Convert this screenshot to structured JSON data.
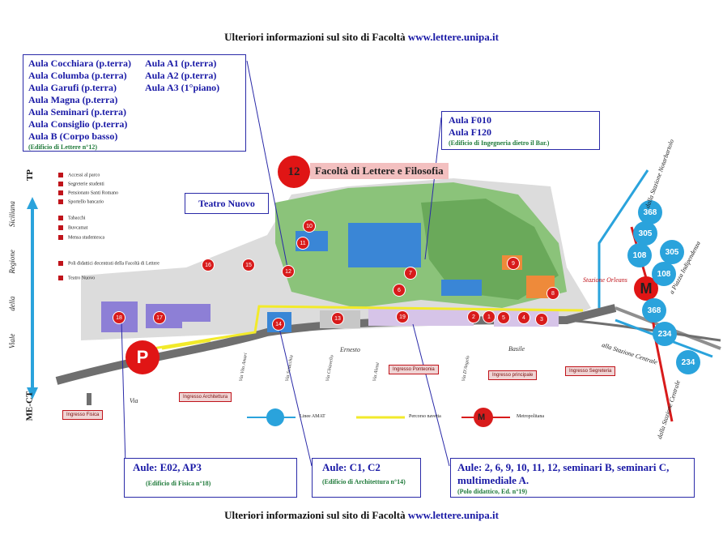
{
  "header": {
    "top_prefix": "Ulteriori informazioni sul sito di Facoltà",
    "top_url": "www.lettere.unipa.it",
    "bottom_prefix": "Ulteriori informazioni sul sito di Facoltà",
    "bottom_url": "www.lettere.unipa.it"
  },
  "box_lettere": {
    "col1": [
      "Aula Cocchiara (p.terra)",
      "Aula Columba (p.terra)",
      "Aula Garufi (p.terra)",
      "Aula Magna (p.terra)",
      "Aula Seminari (p.terra)",
      "Aula Consiglio (p.terra)",
      "Aula B (Corpo basso)"
    ],
    "col2": [
      "Aula A1 (p.terra)",
      "Aula A2 (p.terra)",
      "Aula A3 (1°piano)"
    ],
    "note": "(Edificio di Lettere n°12)"
  },
  "box_ingegneria": {
    "lines": [
      "Aula F010",
      "Aula F120"
    ],
    "note": "(Edificio di Ingegneria dietro il Bar.)"
  },
  "faculty": {
    "number": "12",
    "title": "Facoltà di Lettere e Filosofia"
  },
  "teatro": "Teatro Nuovo",
  "legend": [
    "Accessi al parco",
    "Segreterie studenti",
    "Pensionato Santi Romano",
    "Sportello bancario",
    "Tabacchi",
    "Buvcamat",
    "Mensa studentesca",
    "Poli didattici decentrati della Facoltà di Lettere",
    "Teatro Nuovo"
  ],
  "left_labels": {
    "tp": "TP",
    "mect": "ME-CT",
    "viale": [
      "Viale",
      "della",
      "Regione",
      "Siciliana"
    ]
  },
  "parking": "P",
  "metro": "M",
  "stazione": "Stazione Orleans",
  "bus_numbers": [
    "368",
    "305",
    "108",
    "305",
    "108",
    "368",
    "234",
    "234"
  ],
  "directions": [
    "dalla Stazione Notarbartolo",
    "a Piazza Indipendenza",
    "alla Stazione Centrale",
    "dalla Stazione Centrale"
  ],
  "streets": [
    "Via",
    "Ernesto",
    "Basile",
    "Via Vito Amari",
    "Via Sciacchia",
    "Via Chiavello",
    "Via Alessi",
    "Via D'Angelo"
  ],
  "entrances": [
    "Ingresso Fisica",
    "Ingresso Architettura",
    "Ingresso Ponteonia",
    "Ingresso principale",
    "Ingresso Segreteria"
  ],
  "map_legend": {
    "amat": "Linee AMAT",
    "navetta": "Percorso navetta",
    "metro": "Metropolitana"
  },
  "building_numbers": [
    "18",
    "17",
    "14",
    "13",
    "19",
    "12",
    "10",
    "11",
    "15",
    "16",
    "6",
    "5",
    "4",
    "3",
    "2",
    "1",
    "8",
    "9",
    "7"
  ],
  "box_fisica": {
    "title": "Aule: E02, AP3",
    "note": "(Edificio di Fisica n°18)"
  },
  "box_architettura": {
    "title": "Aule: C1, C2",
    "note": "(Edificio di Architettura n°14)"
  },
  "box_polo": {
    "title1": "Aule: 2, 6, 9, 10, 11, 12, seminari B, seminari C,",
    "title2": "multimediale A.",
    "note": "(Polo didattico, Ed. n°19)"
  },
  "colors": {
    "road": "#6f6f6f",
    "green": "#7cb66a",
    "blue_buildings": "#3a86d6",
    "red": "#d81b1b",
    "bus": "#2aa3dc",
    "navetta": "#f2ea2a"
  }
}
